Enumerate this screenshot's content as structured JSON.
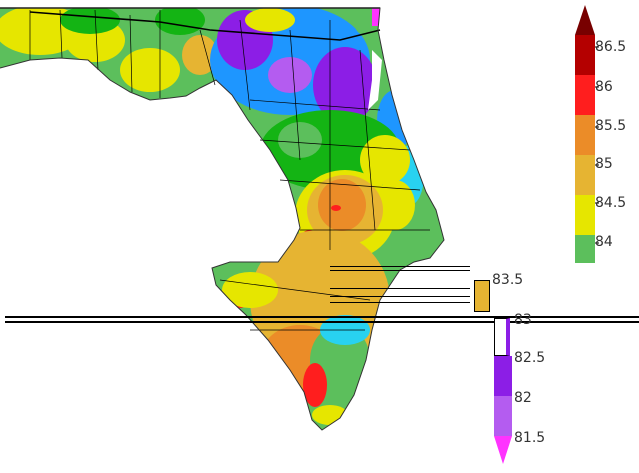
{
  "map": {
    "colors": {
      "magenta": "#ff33ff",
      "purple_light": "#b45cf0",
      "purple": "#8c1ee6",
      "blue": "#1e96ff",
      "cyan": "#28d2f0",
      "green_dark": "#14b414",
      "green": "#5cbf5c",
      "yellow": "#e6e600",
      "gold": "#e6b432",
      "orange": "#eb8c28",
      "red": "#ff1e1e",
      "dark_red": "#b40000",
      "maroon": "#780000",
      "water": "#ffffff",
      "border": "#000000"
    }
  },
  "legend_top": {
    "labels": [
      "86.5",
      "86",
      "85.5",
      "85",
      "84.5",
      "84"
    ]
  },
  "legend_bottom": {
    "labels": [
      "83.5",
      "83",
      "82.5",
      "82",
      "81.5"
    ]
  }
}
